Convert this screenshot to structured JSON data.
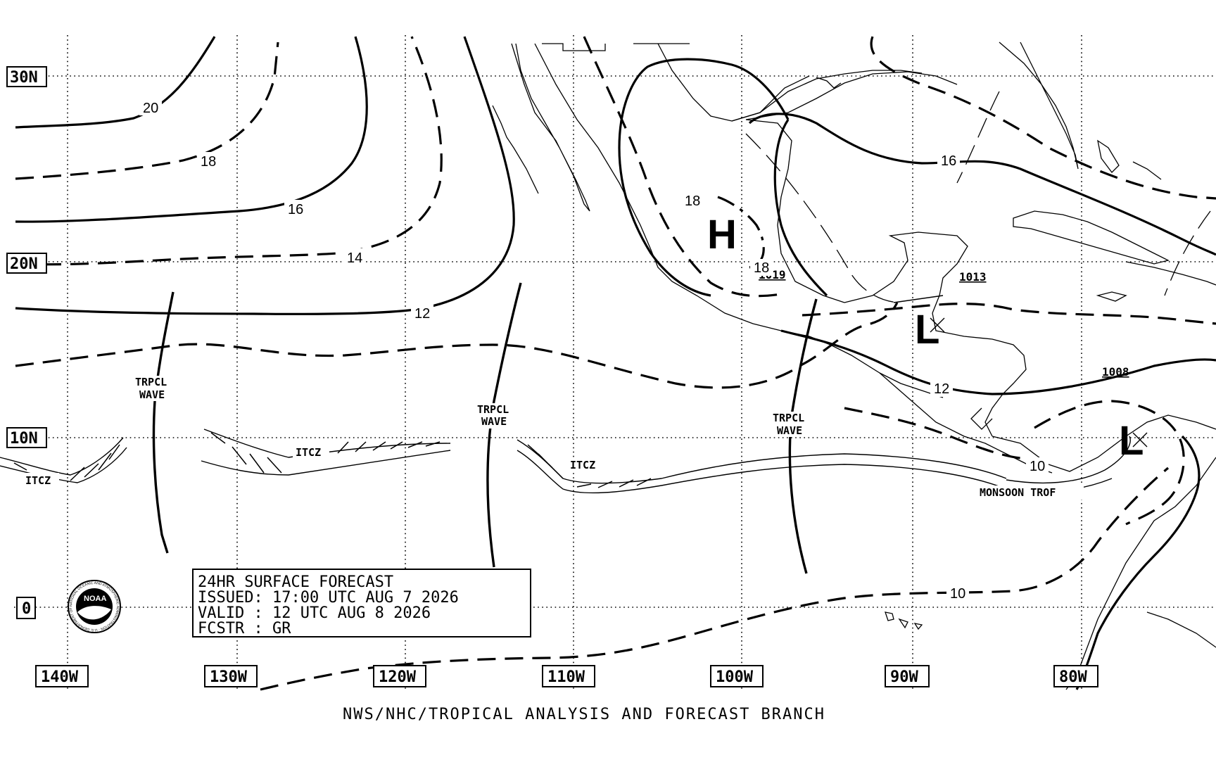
{
  "latitude_labels": [
    "30N",
    "20N",
    "10N",
    "0"
  ],
  "longitude_labels": [
    "140W",
    "130W",
    "120W",
    "110W",
    "100W",
    "90W",
    "80W"
  ],
  "isobar_labels": [
    "20",
    "18",
    "16",
    "14",
    "12",
    "18",
    "18",
    "16",
    "12",
    "10",
    "10"
  ],
  "features": {
    "high_center": "H",
    "low_center_1": "L",
    "low_center_2": "L",
    "low_pressure_1": "1013",
    "low_pressure_2": "1008",
    "high_pressure": "1019",
    "tropical_wave_label": [
      "TRPCL",
      "WAVE"
    ],
    "itcz_label": "ITCZ",
    "monsoon_trough_label": "MONSOON TROF"
  },
  "info_box": {
    "line1": "24HR SURFACE FORECAST",
    "line2": "ISSUED: 17:00 UTC AUG 7 2026",
    "line3": "VALID : 12 UTC AUG 8 2026",
    "line4": "FCSTR : GR"
  },
  "logo": {
    "text": "NOAA",
    "ring_text": "NATIONAL OCEANIC AND ATMOSPHERIC ADMINISTRATION · U.S. DEPARTMENT OF COMMERCE"
  },
  "footer": "NWS/NHC/TROPICAL ANALYSIS AND FORECAST BRANCH"
}
